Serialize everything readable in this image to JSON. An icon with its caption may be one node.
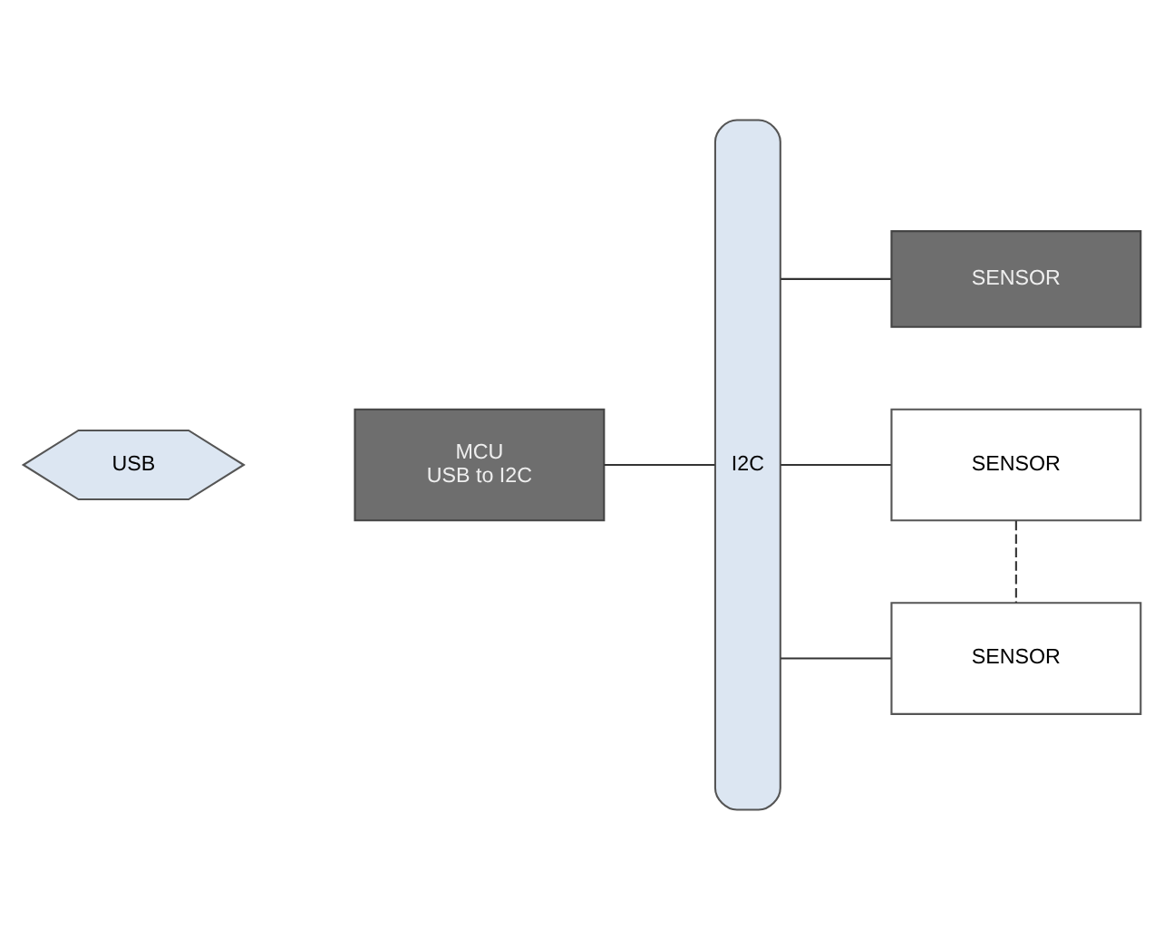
{
  "diagram": {
    "nodes": [
      {
        "text": [
          "USB"
        ]
      },
      {
        "text": [
          "MCU",
          "USB to I2C"
        ]
      },
      {
        "text": [
          "I2C"
        ]
      },
      {
        "text": [
          "SENSOR"
        ]
      },
      {
        "text": [
          "SENSOR"
        ]
      },
      {
        "text": [
          "SENSOR"
        ]
      }
    ],
    "edges": [
      {
        "from": 1,
        "to": 2,
        "arrow": "none"
      },
      {
        "from": 2,
        "to": 3,
        "arrow": "none"
      },
      {
        "from": 2,
        "to": 4,
        "arrow": "none"
      },
      {
        "from": 2,
        "to": 5,
        "arrow": "none"
      },
      {
        "from": 4,
        "to": 5,
        "arrow": "none",
        "style": "dashed"
      }
    ]
  }
}
